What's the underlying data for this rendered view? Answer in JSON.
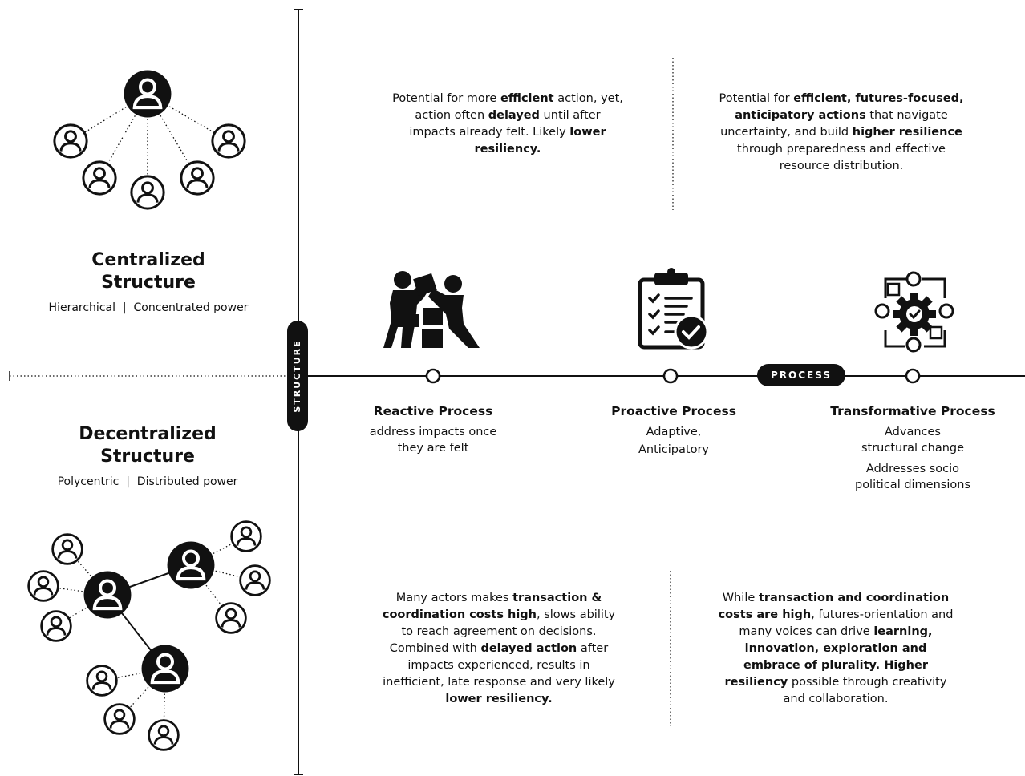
{
  "quadrants": {
    "top_left": [
      {
        "t": "Potential for more ",
        "b": false
      },
      {
        "t": "efficient",
        "b": true
      },
      {
        "t": " action, yet, action often ",
        "b": false
      },
      {
        "t": "delayed",
        "b": true
      },
      {
        "t": " until after impacts already felt. Likely ",
        "b": false
      },
      {
        "t": "lower resiliency.",
        "b": true
      }
    ],
    "top_right": [
      {
        "t": "Potential for ",
        "b": false
      },
      {
        "t": "efficient, futures-focused, anticipatory actions",
        "b": true
      },
      {
        "t": " that navigate uncertainty, and build ",
        "b": false
      },
      {
        "t": "higher resilience",
        "b": true
      },
      {
        "t": " through preparedness and effective resource distribution.",
        "b": false
      }
    ],
    "bottom_left": [
      {
        "t": "Many actors makes ",
        "b": false
      },
      {
        "t": "transaction & coordination costs high",
        "b": true
      },
      {
        "t": ", slows ability to reach agreement on decisions. Combined with ",
        "b": false
      },
      {
        "t": "delayed action",
        "b": true
      },
      {
        "t": " after impacts experienced, results in inefficient, late response and very likely ",
        "b": false
      },
      {
        "t": "lower resiliency.",
        "b": true
      }
    ],
    "bottom_right": [
      {
        "t": "While ",
        "b": false
      },
      {
        "t": "transaction and coordination costs are high",
        "b": true
      },
      {
        "t": ", futures-orientation and many voices can drive ",
        "b": false
      },
      {
        "t": "learning, innovation, exploration and embrace of plurality. Higher resiliency",
        "b": true
      },
      {
        "t": " possible through creativity and collaboration.",
        "b": false
      }
    ]
  },
  "structures": {
    "centralized": {
      "title_line1": "Centralized",
      "title_line2": "Structure",
      "subtitle": "Hierarchical  |  Concentrated power"
    },
    "decentralized": {
      "title_line1": "Decentralized",
      "title_line2": "Structure",
      "subtitle": "Polycentric  |  Distributed power"
    }
  },
  "axes": {
    "structure_label": "STRUCTURE",
    "process_label": "PROCESS"
  },
  "processes": [
    {
      "title": "Reactive Process",
      "desc1": "address impacts once",
      "desc2": "they are felt",
      "icon": "teamwork-puzzle-icon"
    },
    {
      "title": "Proactive Process",
      "desc1": "Adaptive,",
      "desc2": "Anticipatory",
      "icon": "clipboard-checklist-icon"
    },
    {
      "title": "Transformative Process",
      "desc1": "Advances",
      "desc2": "structural change",
      "desc3": "Addresses socio",
      "desc4": "political dimensions",
      "icon": "gear-cycle-icon"
    }
  ],
  "colors": {
    "ink": "#111111",
    "background": "#ffffff"
  }
}
